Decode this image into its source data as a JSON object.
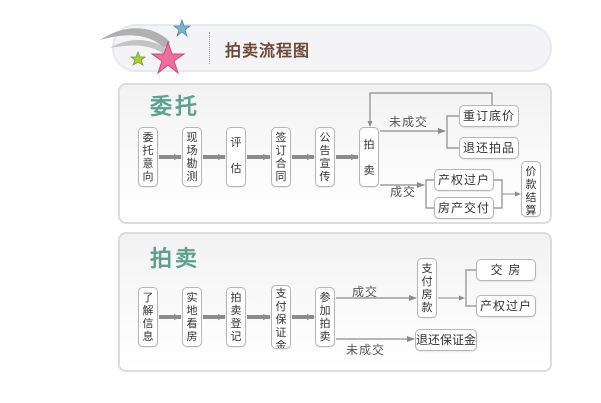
{
  "header": {
    "title": "拍卖流程图",
    "logo_icon": "shooting-stars-icon"
  },
  "colors": {
    "title_brown": "#6b4a3a",
    "section_green": "#5f9f8d",
    "arrow_gray": "#8c8c8c"
  },
  "entrust": {
    "title": "委托",
    "steps": [
      "委托意向",
      "现场勘测",
      "评估",
      "签订合同",
      "公告宣传"
    ],
    "auction_node": "拍卖",
    "fail_label": "未成交",
    "fail_outcomes": [
      "重订底价",
      "退还拍品"
    ],
    "success_label": "成交",
    "success_outcomes": [
      "产权过户",
      "房产交付"
    ],
    "final_step": "价款结算"
  },
  "auction": {
    "title": "拍卖",
    "steps": [
      "了解信息",
      "实地看房",
      "拍卖登记",
      "支付保证金",
      "参加拍卖"
    ],
    "success_label": "成交",
    "pay_node": "支付房款",
    "success_outcomes": [
      "交 房",
      "产权过户"
    ],
    "fail_label": "未成交",
    "refund_node": "退还保证金"
  }
}
